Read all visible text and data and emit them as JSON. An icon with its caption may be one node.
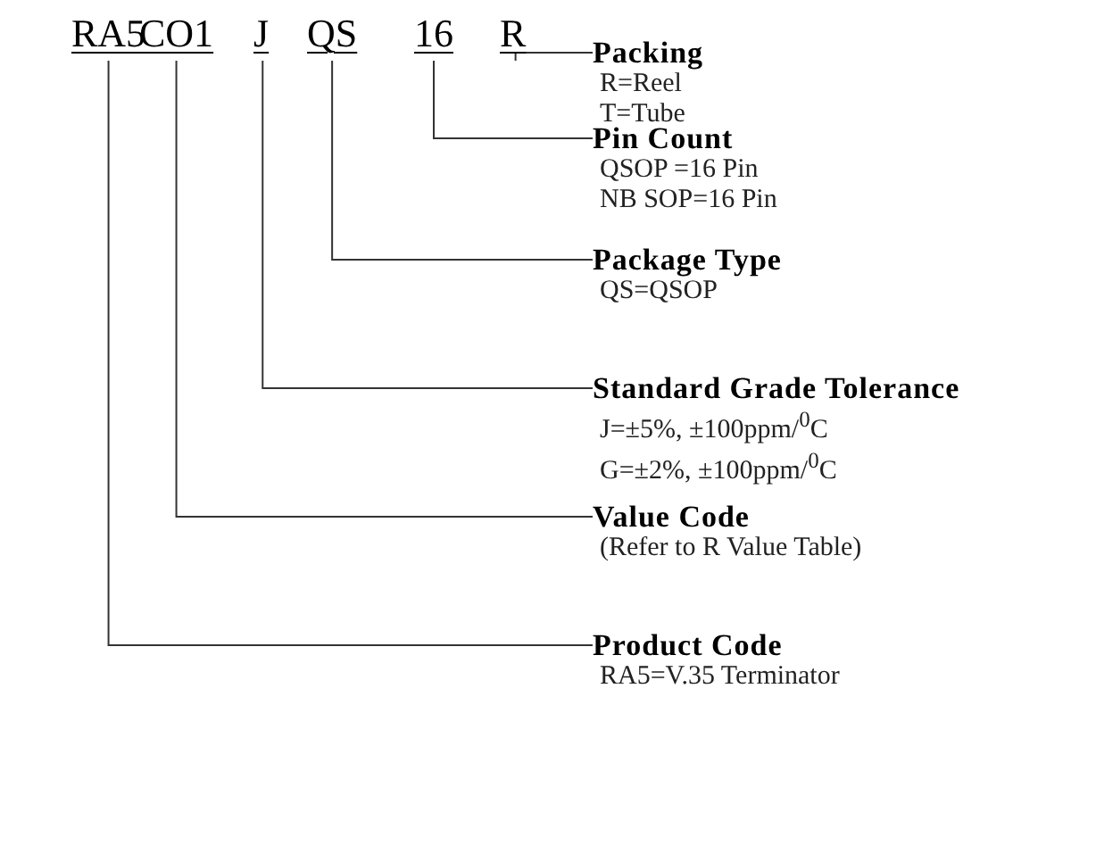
{
  "diagram": {
    "nodes": [
      {
        "text": [
          "RA5"
        ]
      },
      {
        "text": [
          "CO1"
        ]
      },
      {
        "text": [
          "J"
        ]
      },
      {
        "text": [
          "QS"
        ]
      },
      {
        "text": [
          "16"
        ]
      },
      {
        "text": [
          "R"
        ]
      },
      {
        "text": [
          "Packing",
          "R=Reel",
          "T=Tube"
        ]
      },
      {
        "text": [
          "Pin Count",
          "QSOP =16 Pin",
          "NB SOP=16 Pin"
        ]
      },
      {
        "text": [
          "Package Type",
          "QS=QSOP"
        ]
      },
      {
        "text": [
          "Standard Grade Tolerance",
          "J=±5%, ±100ppm/$^{0}$C",
          "G=±2%, ±100ppm/$^{0}$C"
        ]
      },
      {
        "text": [
          "Value Code",
          "(Refer to R Value Table)"
        ]
      },
      {
        "text": [
          "Product Code",
          "RA5=V.35 Terminator"
        ]
      }
    ],
    "edges": [
      {
        "from": 5,
        "to": 6,
        "arrow": "none"
      },
      {
        "from": 4,
        "to": 7,
        "arrow": "none"
      },
      {
        "from": 3,
        "to": 8,
        "arrow": "none"
      },
      {
        "from": 2,
        "to": 9,
        "arrow": "none"
      },
      {
        "from": 1,
        "to": 10,
        "arrow": "none"
      },
      {
        "from": 0,
        "to": 11,
        "arrow": "none"
      }
    ]
  }
}
